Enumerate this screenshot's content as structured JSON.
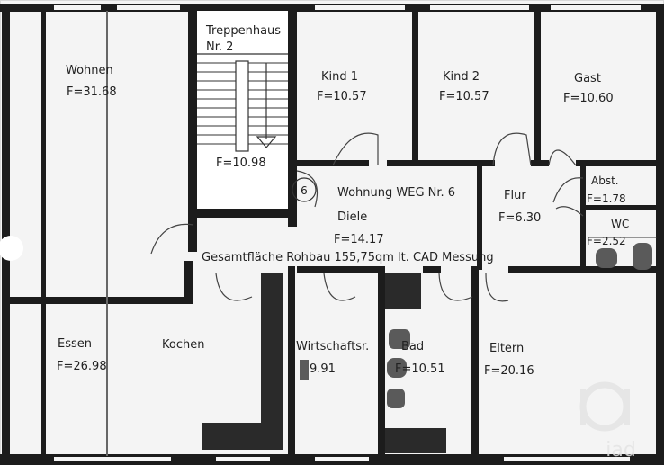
{
  "rooms": {
    "treppenhaus": {
      "name_line1": "Treppenhaus",
      "name_line2": "Nr. 2",
      "area": "F=10.98"
    },
    "wohnen": {
      "name": "Wohnen",
      "area": "F=31.68"
    },
    "kind1": {
      "name": "Kind 1",
      "area": "F=10.57"
    },
    "kind2": {
      "name": "Kind 2",
      "area": "F=10.57"
    },
    "gast": {
      "name": "Gast",
      "area": "F=10.60"
    },
    "abst": {
      "name": "Abst.",
      "area": "F=1.78"
    },
    "wc": {
      "name": "WC",
      "area": "F=2.52"
    },
    "flur": {
      "name": "Flur",
      "area": "F=6.30"
    },
    "diele": {
      "name": "Diele",
      "area": "F=14.17"
    },
    "essen": {
      "name": "Essen",
      "area": "F=26.98"
    },
    "kochen": {
      "name": "Kochen"
    },
    "wirtschaft": {
      "name": "Wirtschaftsr.",
      "area": "9.91"
    },
    "bad": {
      "name": "Bad",
      "area": "F=10.51"
    },
    "eltern": {
      "name": "Eltern",
      "area": "F=20.16"
    }
  },
  "apartment": {
    "marker": "6",
    "title": "Wohnung WEG Nr. 6"
  },
  "total_area_note": "Gesamtfläche Rohbau 155,75qm  lt. CAD Messung",
  "watermark": {
    "text": "iad"
  },
  "colors": {
    "background": "#ffffff",
    "walls": "#1c1c1c",
    "text": "#222222",
    "watermark": "#e4e4e4"
  }
}
